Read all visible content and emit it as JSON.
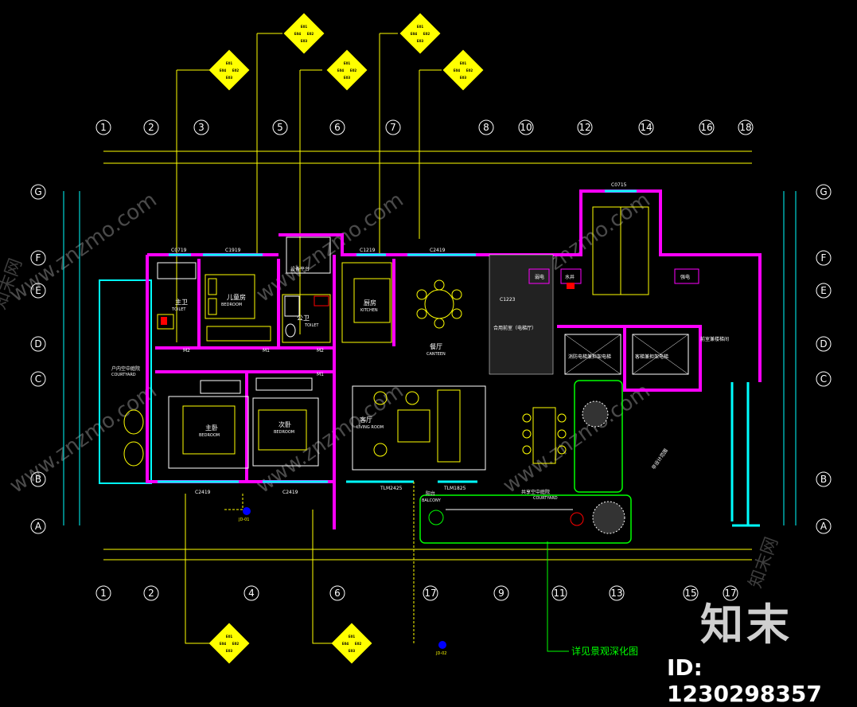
{
  "axes_top": [
    "1",
    "2",
    "3",
    "5",
    "6",
    "7",
    "8",
    "10",
    "12",
    "14",
    "16",
    "18"
  ],
  "axes_bottom": [
    "1",
    "2",
    "4",
    "6",
    "17",
    "9",
    "11",
    "13",
    "15",
    "17"
  ],
  "axes_rows": [
    "G",
    "F",
    "E",
    "D",
    "C",
    "B",
    "A"
  ],
  "rooms": {
    "kids_cn": "儿童房",
    "kids_en": "BEDROOM",
    "toilet1_cn": "主卫",
    "toilet1_en": "TOILET",
    "toilet2_cn": "公卫",
    "toilet2_en": "TOILET",
    "kitchen_cn": "厨房",
    "kitchen_en": "KITCHEN",
    "canteen_cn": "餐厅",
    "canteen_en": "CANTEEN",
    "master_cn": "主卧",
    "master_en": "BEDROOM",
    "second_cn": "次卧",
    "second_en": "BEDROOM",
    "living_cn": "客厅",
    "living_en": "LIVING ROOM",
    "court1_cn": "户内空中庭院",
    "court1_en": "COURTYARD",
    "court2_cn": "共享空中庭院",
    "court2_en": "COURTYARD",
    "balcony_cn": "阳台",
    "balcony_en": "BALCONY",
    "lobby": "合用前室（电梯厅）",
    "stair_lobby": "前室兼楼梯间",
    "elec1": "弱电",
    "water": "水井",
    "elec2": "强电",
    "lift1": "消防电梯兼担架电梯",
    "lift2": "客梯兼担架电梯",
    "noscope": "非设计范围",
    "equip": "设备平台"
  },
  "labels": {
    "C0719": "C0719",
    "C1919": "C1919",
    "C1219": "C1219",
    "C2419_top": "C2419",
    "C0715": "C0715",
    "C1223": "C1223",
    "M2": "M2",
    "M1": "M1",
    "C2419_b1": "C2419",
    "C2419_b2": "C2419",
    "TLM2425": "TLM2425",
    "TLM1825": "TLM1825",
    "JD_01": "JD-01",
    "JD_02": "JD-02"
  },
  "tag_codes": [
    "E01",
    "E02",
    "E03",
    "E04"
  ],
  "note": "详见景观深化图",
  "watermark_logo": "知末",
  "watermark_site": "www.znzmo.com",
  "watermark_cn": "知末网",
  "image_id": "ID: 1230298357",
  "colors": {
    "wall": "#ff00ff",
    "line": "#ffff00",
    "cyan": "#00ffff",
    "green": "#00ff00",
    "white": "#ffffff",
    "red": "#ff0000"
  }
}
